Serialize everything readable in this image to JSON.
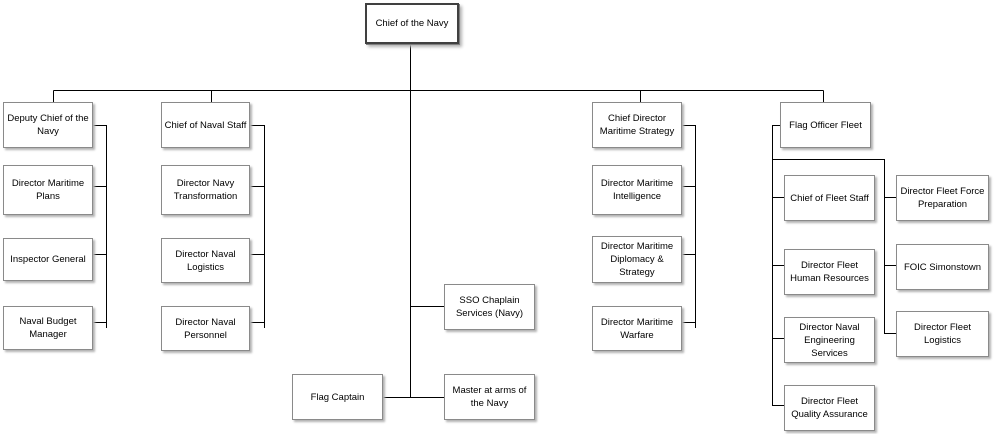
{
  "colors": {
    "line": "#000000",
    "border": "#8a8a8a",
    "shadow": "#b3b3b3"
  },
  "nodes": {
    "chief_of_navy": "Chief of the Navy",
    "deputy_chief": "Deputy Chief of the Navy",
    "dir_maritime_plans": "Director Maritime Plans",
    "inspector_general": "Inspector General",
    "naval_budget_manager": "Naval Budget Manager",
    "chief_naval_staff": "Chief of Naval Staff",
    "dir_navy_transformation": "Director Navy Transformation",
    "dir_naval_logistics": "Director Naval Logistics",
    "dir_naval_personnel": "Director Naval Personnel",
    "sso_chaplain": "SSO Chaplain Services (Navy)",
    "master_at_arms": "Master at arms of the Navy",
    "flag_captain": "Flag Captain",
    "chief_dir_maritime_strategy": "Chief Director Maritime Strategy",
    "dir_maritime_intelligence": "Director Maritime Intelligence",
    "dir_maritime_diplomacy": "Director Maritime Diplomacy & Strategy",
    "dir_maritime_warfare": "Director Maritime Warfare",
    "flag_officer_fleet": "Flag Officer Fleet",
    "chief_fleet_staff": "Chief of Fleet Staff",
    "dir_fleet_hr": "Director Fleet Human Resources",
    "dir_naval_engineering": "Director Naval Engineering Services",
    "dir_fleet_qa": "Director Fleet Quality Assurance",
    "dir_fleet_force_prep": "Director Fleet Force Preparation",
    "foic_simonstown": "FOIC Simonstown",
    "dir_fleet_logistics": "Director Fleet Logistics"
  }
}
